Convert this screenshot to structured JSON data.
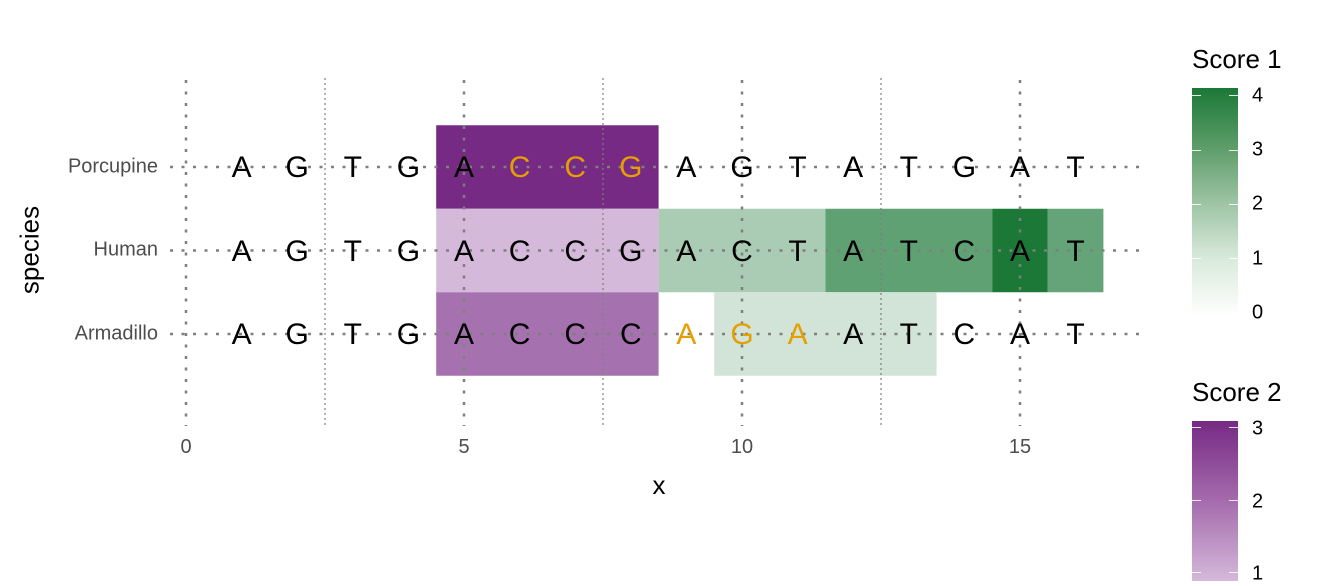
{
  "chart_data": {
    "type": "heatmap",
    "title": "",
    "xlabel": "x",
    "ylabel": "species",
    "xlim": [
      0,
      17
    ],
    "x_ticks": [
      0,
      5,
      10,
      15
    ],
    "x_tick_labels": [
      "0",
      "5",
      "10",
      "15"
    ],
    "y_categories": [
      "Porcupine",
      "Human",
      "Armadillo"
    ],
    "grid": "dotted",
    "sequences": {
      "Porcupine": [
        "A",
        "G",
        "T",
        "G",
        "A",
        "C",
        "C",
        "G",
        "A",
        "G",
        "T",
        "A",
        "T",
        "G",
        "A",
        "T"
      ],
      "Human": [
        "A",
        "G",
        "T",
        "G",
        "A",
        "C",
        "C",
        "G",
        "A",
        "C",
        "T",
        "A",
        "T",
        "C",
        "A",
        "T"
      ],
      "Armadillo": [
        "A",
        "G",
        "T",
        "G",
        "A",
        "C",
        "C",
        "C",
        "A",
        "G",
        "A",
        "A",
        "T",
        "C",
        "A",
        "T"
      ]
    },
    "highlighted_bases": {
      "color": "#E69F00",
      "Porcupine": [
        6,
        7,
        8
      ],
      "Armadillo": [
        9,
        10,
        11
      ]
    },
    "score1_tiles": [
      {
        "species": "Human",
        "xmin": 8.5,
        "xmax": 11.5,
        "score": 1.5
      },
      {
        "species": "Human",
        "xmin": 11.5,
        "xmax": 14.5,
        "score": 2.8
      },
      {
        "species": "Human",
        "xmin": 14.5,
        "xmax": 15.5,
        "score": 4
      },
      {
        "species": "Human",
        "xmin": 15.5,
        "xmax": 16.5,
        "score": 2.7
      },
      {
        "species": "Armadillo",
        "xmin": 9.5,
        "xmax": 13.5,
        "score": 0.8
      }
    ],
    "score2_tiles": [
      {
        "species": "Porcupine",
        "xmin": 4.5,
        "xmax": 8.5,
        "score": 3
      },
      {
        "species": "Human",
        "xmin": 4.5,
        "xmax": 8.5,
        "score": 1
      },
      {
        "species": "Armadillo",
        "xmin": 4.5,
        "xmax": 8.5,
        "score": 2
      }
    ],
    "legends": [
      {
        "title": "Score 1",
        "range": [
          0,
          4
        ],
        "ticks": [
          "4",
          "3",
          "2",
          "1",
          "0"
        ],
        "low_color": "#ffffff",
        "high_color": "#1b7837"
      },
      {
        "title": "Score 2",
        "range": [
          1,
          3
        ],
        "ticks": [
          "3",
          "2",
          "1"
        ],
        "low_color": "#d4b9da",
        "high_color": "#762a83"
      }
    ],
    "legend_position": "right"
  }
}
